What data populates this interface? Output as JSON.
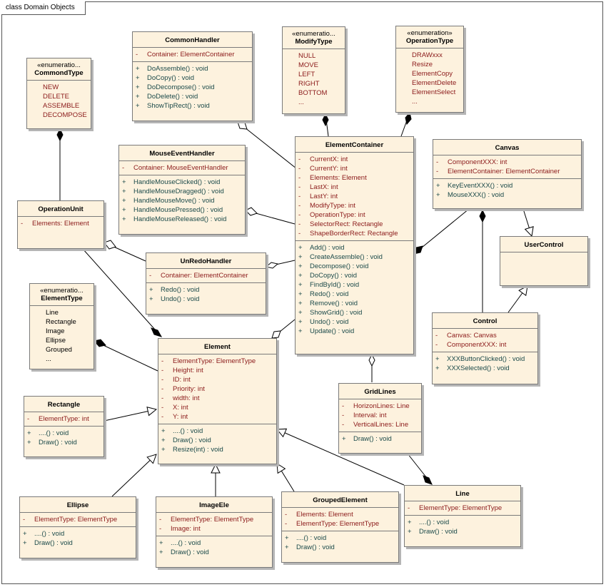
{
  "frame_label": "class Domain Objects",
  "colors": {
    "box_fill": "#fdf2de",
    "attr_text": "#8b1a1a",
    "op_text": "#1b4a4a",
    "border": "#7a7a7a"
  },
  "classes": {
    "commondtype": {
      "stereotype": "«enumeratio...",
      "name": "CommondType",
      "literals": [
        "NEW",
        "DELETE",
        "ASSEMBLE",
        "DECOMPOSE"
      ]
    },
    "commonhandler": {
      "name": "CommonHandler",
      "attributes": [
        {
          "vis": "-",
          "text": "Container:  ElementContainer"
        }
      ],
      "operations": [
        {
          "vis": "+",
          "text": "DoAssemble() : void"
        },
        {
          "vis": "+",
          "text": "DoCopy() : void"
        },
        {
          "vis": "+",
          "text": "DoDecompose() : void"
        },
        {
          "vis": "+",
          "text": "DoDelete() : void"
        },
        {
          "vis": "+",
          "text": "ShowTipRect() : void"
        }
      ]
    },
    "modifytype": {
      "stereotype": "«enumeratio...",
      "name": "ModifyType",
      "literals": [
        "NULL",
        "MOVE",
        "LEFT",
        "RIGHT",
        "BOTTOM",
        "..."
      ]
    },
    "operationtype": {
      "stereotype": "«enumeration»",
      "name": "OperationType",
      "literals": [
        "DRAWxxx",
        "Resize",
        "ElementCopy",
        "ElementDelete",
        "ElementSelect",
        "..."
      ]
    },
    "mouseeventhandler": {
      "name": "MouseEventHandler",
      "attributes": [
        {
          "vis": "-",
          "text": "Container:  MouseEventHandler"
        }
      ],
      "operations": [
        {
          "vis": "+",
          "text": "HandleMouseClicked() : void"
        },
        {
          "vis": "+",
          "text": "HandleMouseDragged() : void"
        },
        {
          "vis": "+",
          "text": "HandleMouseMove() : void"
        },
        {
          "vis": "+",
          "text": "HandleMousePressed() : void"
        },
        {
          "vis": "+",
          "text": "HandleMouseReleased() : void"
        }
      ]
    },
    "elementcontainer": {
      "name": "ElementContainer",
      "attributes": [
        {
          "vis": "-",
          "text": "CurrentX:  int"
        },
        {
          "vis": "-",
          "text": "CurrentY:  int"
        },
        {
          "vis": "-",
          "text": "Elements:  Element"
        },
        {
          "vis": "-",
          "text": "LastX:  int"
        },
        {
          "vis": "-",
          "text": "LastY:  int"
        },
        {
          "vis": "-",
          "text": "ModifyType:  int"
        },
        {
          "vis": "-",
          "text": "OperationType:  int"
        },
        {
          "vis": "-",
          "text": "SelectorRect:  Rectangle"
        },
        {
          "vis": "-",
          "text": "ShapeBorderRect:  Rectangle"
        }
      ],
      "operations": [
        {
          "vis": "+",
          "text": "Add() : void"
        },
        {
          "vis": "+",
          "text": "CreateAssemble() : void"
        },
        {
          "vis": "+",
          "text": "Decompose() : void"
        },
        {
          "vis": "+",
          "text": "DoCopy() : void"
        },
        {
          "vis": "+",
          "text": "FindById() : void"
        },
        {
          "vis": "+",
          "text": "Redo() : void"
        },
        {
          "vis": "+",
          "text": "Remove() : void"
        },
        {
          "vis": "+",
          "text": "ShowGrid() : void"
        },
        {
          "vis": "+",
          "text": "Undo() : void"
        },
        {
          "vis": "+",
          "text": "Update() : void"
        }
      ]
    },
    "canvas": {
      "name": "Canvas",
      "attributes": [
        {
          "vis": "-",
          "text": "ComponentXXX:  int"
        },
        {
          "vis": "-",
          "text": "ElementContainer:  ElementContainer"
        }
      ],
      "operations": [
        {
          "vis": "+",
          "text": "KeyEventXXX() : void"
        },
        {
          "vis": "+",
          "text": "MouseXXX() : void"
        }
      ]
    },
    "operationunit": {
      "name": "OperationUnit",
      "attributes": [
        {
          "vis": "-",
          "text": "Elements:  Element"
        }
      ]
    },
    "userControl": {
      "name": "UserControl"
    },
    "unredohandler": {
      "name": "UnRedoHandler",
      "attributes": [
        {
          "vis": "-",
          "text": "Container:  ElementContainer"
        }
      ],
      "operations": [
        {
          "vis": "+",
          "text": "Redo() : void"
        },
        {
          "vis": "+",
          "text": "Undo() : void"
        }
      ]
    },
    "elementtype": {
      "stereotype": "«enumeratio...",
      "name": "ElementType",
      "literals": [
        "Line",
        "Rectangle",
        "Image",
        "Ellipse",
        "Grouped",
        "..."
      ]
    },
    "control": {
      "name": "Control",
      "attributes": [
        {
          "vis": "-",
          "text": "Canvas:  Canvas"
        },
        {
          "vis": "-",
          "text": "ComponentXXX:  int"
        }
      ],
      "operations": [
        {
          "vis": "+",
          "text": "XXXButtonClicked() : void"
        },
        {
          "vis": "+",
          "text": "XXXSelected() : void"
        }
      ]
    },
    "element": {
      "name": "Element",
      "attributes": [
        {
          "vis": "-",
          "text": "ElementType:  ElementType"
        },
        {
          "vis": "-",
          "text": "Height:  int"
        },
        {
          "vis": "-",
          "text": "ID:  int"
        },
        {
          "vis": "-",
          "text": "Priority:  int"
        },
        {
          "vis": "-",
          "text": "width:  int"
        },
        {
          "vis": "-",
          "text": "X:  int"
        },
        {
          "vis": "-",
          "text": "Y:  int"
        }
      ],
      "operations": [
        {
          "vis": "+",
          "text": "....() : void"
        },
        {
          "vis": "+",
          "text": "Draw() : void"
        },
        {
          "vis": "+",
          "text": "Resize(int) : void"
        }
      ]
    },
    "gridlines": {
      "name": "GridLines",
      "attributes": [
        {
          "vis": "-",
          "text": "HorizonLines:  Line"
        },
        {
          "vis": "-",
          "text": "Interval:  int"
        },
        {
          "vis": "-",
          "text": "VerticalLines:  Line"
        }
      ],
      "operations": [
        {
          "vis": "+",
          "text": "Draw() : void"
        }
      ]
    },
    "rectangle": {
      "name": "Rectangle",
      "attributes": [
        {
          "vis": "-",
          "text": "ElementType:  int"
        }
      ],
      "operations": [
        {
          "vis": "+",
          "text": "....() : void"
        },
        {
          "vis": "+",
          "text": "Draw() : void"
        }
      ]
    },
    "ellipse": {
      "name": "Ellipse",
      "attributes": [
        {
          "vis": "-",
          "text": "ElementType:  ElementType"
        }
      ],
      "operations": [
        {
          "vis": "+",
          "text": "....() : void"
        },
        {
          "vis": "+",
          "text": "Draw() : void"
        }
      ]
    },
    "imageele": {
      "name": "ImageEle",
      "attributes": [
        {
          "vis": "-",
          "text": "ElementType:  ElementType"
        },
        {
          "vis": "-",
          "text": "Image:  int"
        }
      ],
      "operations": [
        {
          "vis": "+",
          "text": "....() : void"
        },
        {
          "vis": "+",
          "text": "Draw() : void"
        }
      ]
    },
    "groupedelement": {
      "name": "GroupedElement",
      "attributes": [
        {
          "vis": "-",
          "text": "Elements:  Element"
        },
        {
          "vis": "-",
          "text": "ElementType:  ElementType"
        }
      ],
      "operations": [
        {
          "vis": "+",
          "text": "....() : void"
        },
        {
          "vis": "+",
          "text": "Draw() : void"
        }
      ]
    },
    "line": {
      "name": "Line",
      "attributes": [
        {
          "vis": "-",
          "text": "ElementType:  ElementType"
        }
      ],
      "operations": [
        {
          "vis": "+",
          "text": "....() : void"
        },
        {
          "vis": "+",
          "text": "Draw() : void"
        }
      ]
    }
  }
}
